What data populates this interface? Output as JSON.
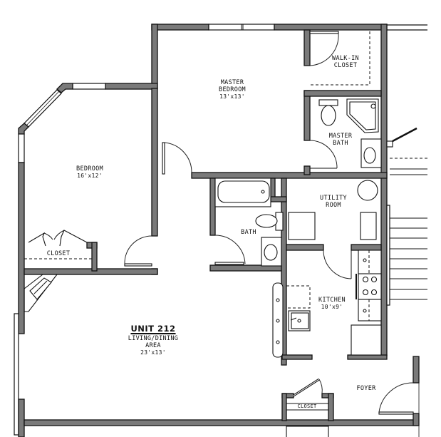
{
  "plan": {
    "unit_title": "UNIT 212",
    "rooms": {
      "master_bedroom": {
        "name_line1": "MASTER",
        "name_line2": "BEDROOM",
        "dimensions": "13'x13'"
      },
      "walk_in_closet": {
        "name_line1": "WALK-IN",
        "name_line2": "CLOSET"
      },
      "master_bath": {
        "name_line1": "MASTER",
        "name_line2": "BATH"
      },
      "bedroom": {
        "name": "BEDROOM",
        "dimensions": "16'x12'"
      },
      "bedroom_closet": {
        "name": "CLOSET"
      },
      "bath": {
        "name": "BATH"
      },
      "utility_room": {
        "name_line1": "UTILITY",
        "name_line2": "ROOM"
      },
      "kitchen": {
        "name": "KITCHEN",
        "dimensions": "10'x9'"
      },
      "living_dining": {
        "name_line1": "LIVING/DINING",
        "name_line2": "AREA",
        "dimensions": "23'x13'"
      },
      "foyer": {
        "name": "FOYER"
      },
      "foyer_closet": {
        "name": "CLOSET"
      }
    },
    "colors": {
      "wall_fill": "#7a7a7a",
      "line": "#111111",
      "background": "#ffffff"
    }
  }
}
